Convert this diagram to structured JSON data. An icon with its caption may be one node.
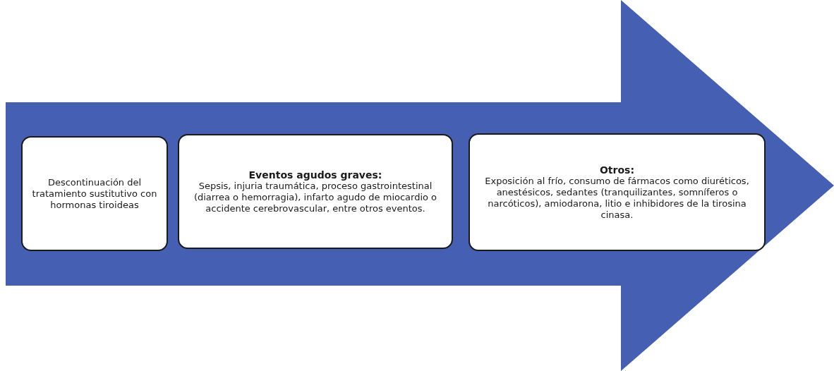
{
  "diagram": {
    "nodes": [
      {
        "text": [
          "Descontinuación del tratamiento sustitutivo con hormonas tiroideas"
        ]
      },
      {
        "text": [
          "Eventos agudos graves:",
          "Sepsis, injuria traumática, proceso gastrointestinal (diarrea o hemorragia), infarto agudo de miocardio o accidente cerebrovascular, entre otros eventos."
        ]
      },
      {
        "text": [
          "Otros:",
          "Exposición al frío, consumo de fármacos como diuréticos, anestésicos, sedantes (tranquilizantes, somníferos o narcóticos), amiodarona, litio e inhibidores de la tirosina cinasa."
        ]
      }
    ]
  }
}
